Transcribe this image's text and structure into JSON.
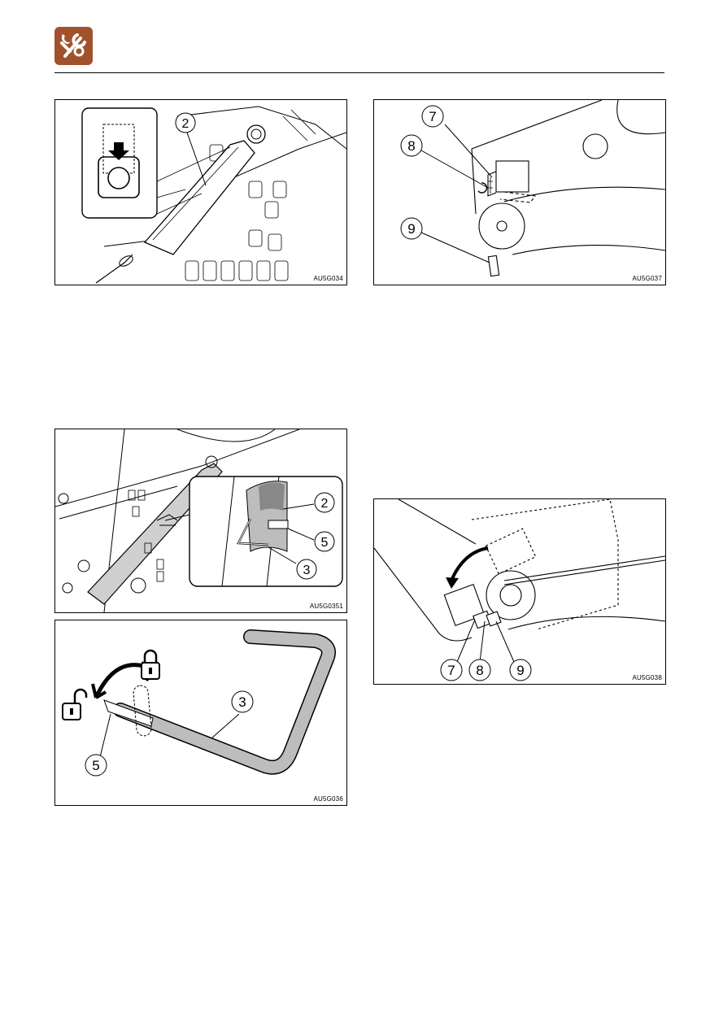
{
  "header": {
    "icon": "wrench-gear-icon",
    "icon_color": "#a0522d"
  },
  "figures": [
    {
      "code": "AU5G034",
      "callouts": [
        "2"
      ]
    },
    {
      "code": "AU5G037",
      "callouts": [
        "7",
        "8",
        "9"
      ]
    },
    {
      "code": "AU5G0351",
      "callouts": [
        "2",
        "5",
        "3"
      ]
    },
    {
      "code": "AU5G036",
      "callouts": [
        "3",
        "5"
      ]
    },
    {
      "code": "AU5G038",
      "callouts": [
        "7",
        "8",
        "9"
      ]
    }
  ]
}
